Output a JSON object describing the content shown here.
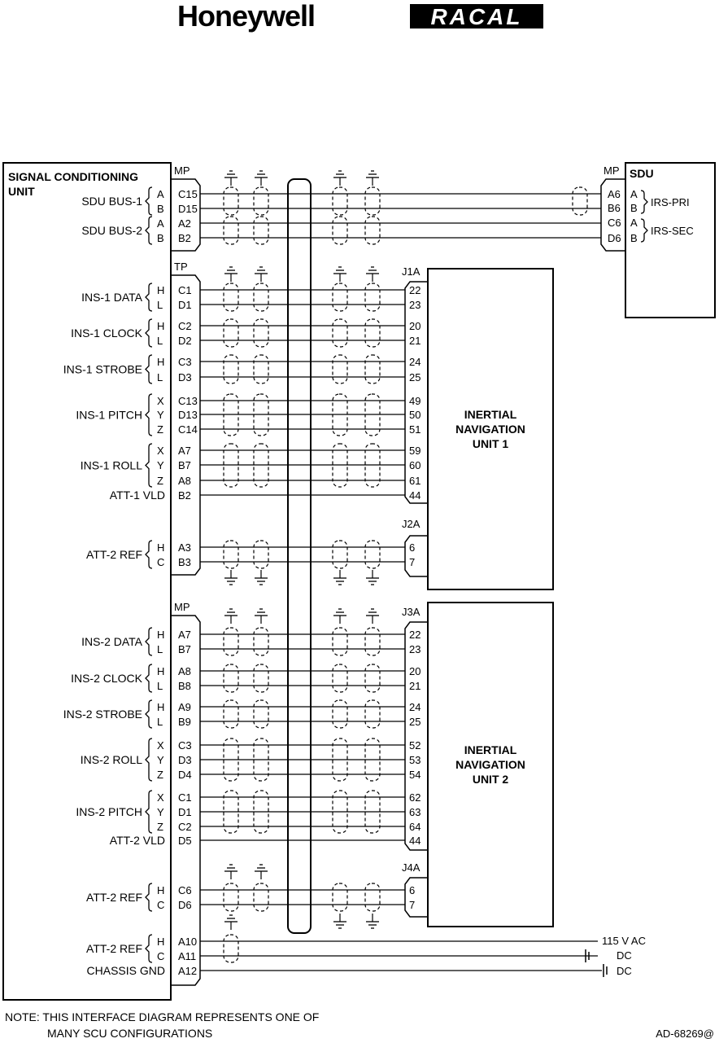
{
  "header": {
    "brand_left": "Honeywell",
    "brand_right": "RACAL"
  },
  "scu": {
    "title_line1": "SIGNAL CONDITIONING",
    "title_line2": "UNIT"
  },
  "sdu": {
    "title": "SDU",
    "connector": "MP",
    "pins": [
      "A6",
      "B6",
      "C6",
      "D6"
    ],
    "letters": [
      "A",
      "B",
      "A",
      "B"
    ],
    "groups": [
      "IRS-PRI",
      "IRS-SEC"
    ]
  },
  "connectors": {
    "mp1": "MP",
    "tp": "TP",
    "mp2": "MP"
  },
  "signals": {
    "sdu_bus": [
      {
        "label": "SDU BUS-1",
        "letters": [
          "A",
          "B"
        ],
        "pins": [
          "C15",
          "D15"
        ]
      },
      {
        "label": "SDU BUS-2",
        "letters": [
          "A",
          "B"
        ],
        "pins": [
          "A2",
          "B2"
        ]
      }
    ],
    "tp": [
      {
        "label": "INS-1 DATA",
        "letters": [
          "H",
          "L"
        ],
        "pins": [
          "C1",
          "D1"
        ],
        "unit_pins": [
          "22",
          "23"
        ]
      },
      {
        "label": "INS-1 CLOCK",
        "letters": [
          "H",
          "L"
        ],
        "pins": [
          "C2",
          "D2"
        ],
        "unit_pins": [
          "20",
          "21"
        ]
      },
      {
        "label": "INS-1 STROBE",
        "letters": [
          "H",
          "L"
        ],
        "pins": [
          "C3",
          "D3"
        ],
        "unit_pins": [
          "24",
          "25"
        ]
      },
      {
        "label": "INS-1 PITCH",
        "letters": [
          "X",
          "Y",
          "Z"
        ],
        "pins": [
          "C13",
          "D13",
          "C14"
        ],
        "unit_pins": [
          "49",
          "50",
          "51"
        ]
      },
      {
        "label": "INS-1 ROLL",
        "letters": [
          "X",
          "Y",
          "Z"
        ],
        "pins": [
          "A7",
          "B7",
          "A8"
        ],
        "unit_pins": [
          "59",
          "60",
          "61"
        ]
      },
      {
        "label": "ATT-1 VLD",
        "letters": [],
        "pins": [
          "B2"
        ],
        "unit_pins": [
          "44"
        ]
      },
      {
        "label": "ATT-2 REF",
        "letters": [
          "H",
          "C"
        ],
        "pins": [
          "A3",
          "B3"
        ],
        "unit_pins": [
          "6",
          "7"
        ]
      }
    ],
    "mp2": [
      {
        "label": "INS-2 DATA",
        "letters": [
          "H",
          "L"
        ],
        "pins": [
          "A7",
          "B7"
        ],
        "unit_pins": [
          "22",
          "23"
        ]
      },
      {
        "label": "INS-2 CLOCK",
        "letters": [
          "H",
          "L"
        ],
        "pins": [
          "A8",
          "B8"
        ],
        "unit_pins": [
          "20",
          "21"
        ]
      },
      {
        "label": "INS-2 STROBE",
        "letters": [
          "H",
          "L"
        ],
        "pins": [
          "A9",
          "B9"
        ],
        "unit_pins": [
          "24",
          "25"
        ]
      },
      {
        "label": "INS-2 ROLL",
        "letters": [
          "X",
          "Y",
          "Z"
        ],
        "pins": [
          "C3",
          "D3",
          "D4"
        ],
        "unit_pins": [
          "52",
          "53",
          "54"
        ]
      },
      {
        "label": "INS-2 PITCH",
        "letters": [
          "X",
          "Y",
          "Z"
        ],
        "pins": [
          "C1",
          "D1",
          "C2"
        ],
        "unit_pins": [
          "62",
          "63",
          "64"
        ]
      },
      {
        "label": "ATT-2 VLD",
        "letters": [],
        "pins": [
          "D5"
        ],
        "unit_pins": [
          "44"
        ]
      },
      {
        "label": "ATT-2 REF",
        "letters": [
          "H",
          "C"
        ],
        "pins": [
          "C6",
          "D6"
        ],
        "unit_pins": [
          "6",
          "7"
        ]
      },
      {
        "label": "ATT-2 REF",
        "letters": [
          "H",
          "C"
        ],
        "pins": [
          "A10",
          "A11"
        ],
        "unit_pins": []
      },
      {
        "label": "CHASSIS GND",
        "letters": [],
        "pins": [
          "A12"
        ],
        "unit_pins": []
      }
    ]
  },
  "inu1": {
    "title": [
      "INERTIAL",
      "NAVIGATION",
      "UNIT 1"
    ],
    "connectors": [
      "J1A",
      "J2A"
    ]
  },
  "inu2": {
    "title": [
      "INERTIAL",
      "NAVIGATION",
      "UNIT 2"
    ],
    "connectors": [
      "J3A",
      "J4A"
    ]
  },
  "power": {
    "ac": "115 V AC",
    "dc1": "DC",
    "dc2": "DC"
  },
  "footer": {
    "note_line1": "NOTE:  THIS INTERFACE DIAGRAM REPRESENTS ONE OF",
    "note_line2": "MANY SCU CONFIGURATIONS",
    "ref": "AD-68269@"
  }
}
